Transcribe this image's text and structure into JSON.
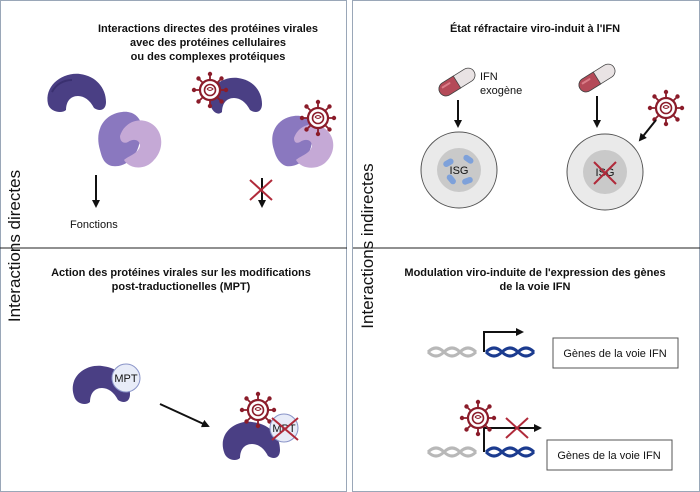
{
  "left_panel": {
    "side_label": "Interactions directes",
    "top": {
      "title_lines": [
        "Interactions directes des protéines virales",
        "avec des protéines cellulaires",
        "ou des complexes protéiques"
      ],
      "outcome_label": "Fonctions"
    },
    "bottom": {
      "title_lines": [
        "Action des protéines virales sur les modifications",
        "post-traductionelles (MPT)"
      ],
      "badge_label": "MPT",
      "badge_label_blocked": "MPT"
    }
  },
  "right_panel": {
    "side_label": "Interactions indirectes",
    "top": {
      "title": "État réfractaire viro-induit à l'IFN",
      "ifn_label_lines": [
        "IFN",
        "exogène"
      ],
      "isg_label": "ISG",
      "isg_label_blocked": "ISG"
    },
    "bottom": {
      "title_lines": [
        "Modulation viro-induite de l'expression des gènes",
        "de la voie IFN"
      ],
      "gene_box_label": "Gènes de la voie IFN",
      "gene_box_label_blocked": "Gènes de la voie IFN"
    }
  },
  "colors": {
    "dark_protein": "#4a3f84",
    "mid_protein": "#8a78bf",
    "light_protein": "#c5a9d6",
    "virus": "#8b1c2a",
    "capsule_red": "#b44a58",
    "dna_blue": "#1b3b8f",
    "dna_grey": "#b8b8b8",
    "cross": "#b02a3a"
  }
}
